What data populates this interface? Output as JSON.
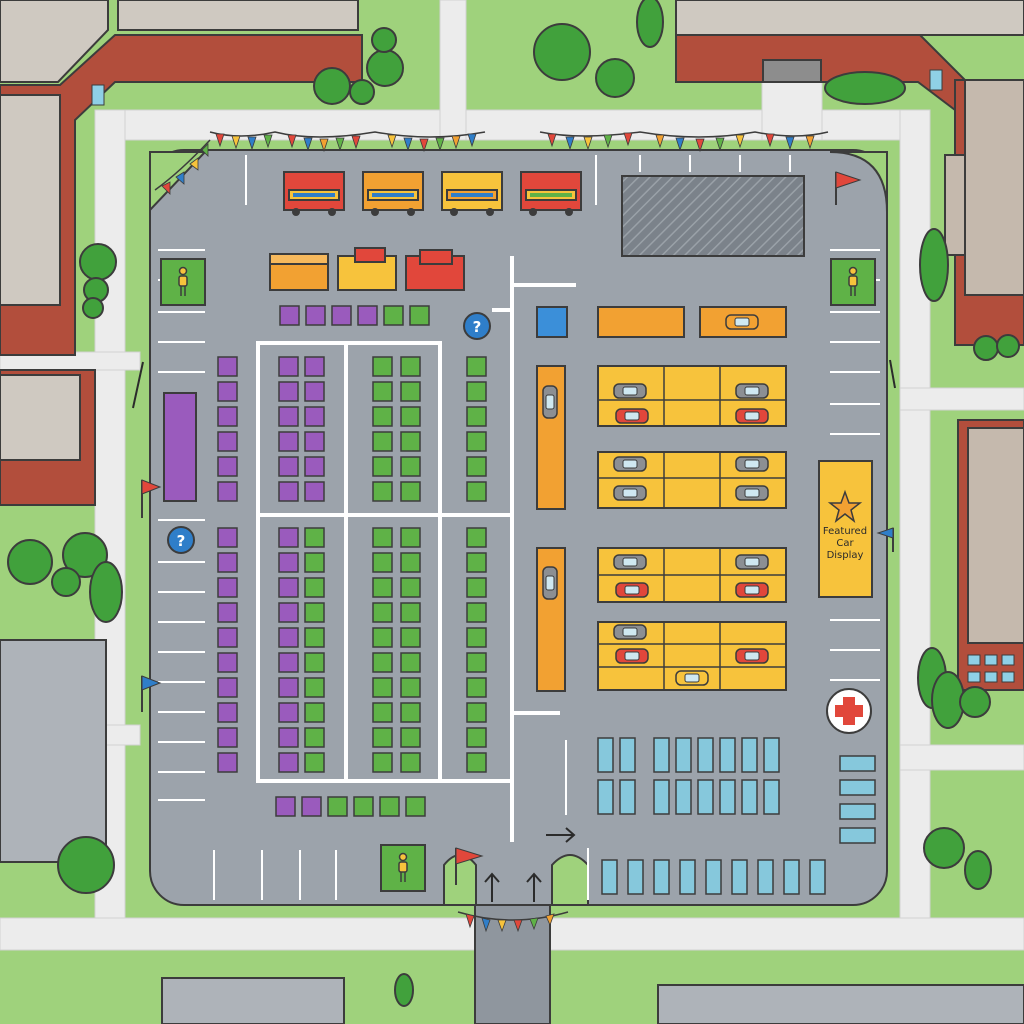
{
  "featured_display": {
    "line1": "Featured",
    "line2": "Car",
    "line3": "Display"
  },
  "info_kiosk": {
    "symbol": "?"
  },
  "palette": {
    "grass": "#9fd27c",
    "sidewalk": "#ececec",
    "asphalt": "#9ca3ab",
    "road": "#8f969e",
    "brick": "#b24e3c",
    "roof": "#cfc9c1",
    "parking_line": "#ffffff",
    "purple_booth": "#9a5bbd",
    "green_booth": "#5fb247",
    "orange_booth": "#f2a132",
    "yellow_booth": "#f7c33c",
    "red": "#e1473b",
    "blue_booth": "#86c8dc",
    "info_blue": "#2f7ec9",
    "tree": "#41a13c",
    "outline": "#3c3c3c"
  },
  "icons": {
    "info": "question-mark-icon",
    "restroom": "person-icon",
    "first_aid": "red-cross-icon",
    "featured": "star-icon",
    "flag": "pennant-flag-icon",
    "vehicle": "car-icon"
  }
}
